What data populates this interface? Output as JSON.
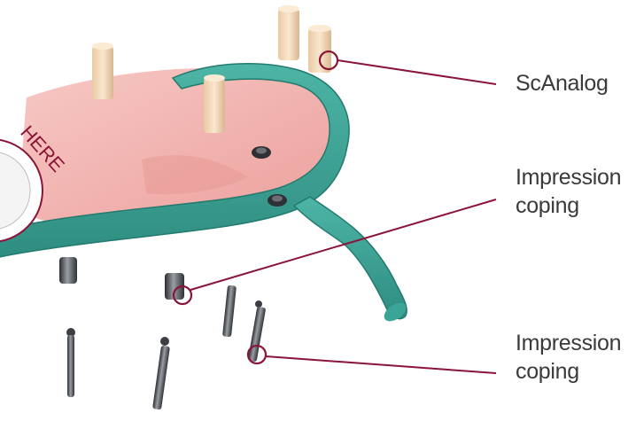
{
  "stamp_text": "HERE",
  "callouts": [
    {
      "id": "scanalog",
      "lines": [
        "ScAnalog"
      ]
    },
    {
      "id": "impression-coping-upper",
      "lines": [
        "Impression",
        "coping"
      ]
    },
    {
      "id": "impression-coping-lower",
      "lines": [
        "Impression",
        "coping"
      ]
    }
  ],
  "colors": {
    "leader": "#8a1538",
    "tray": "#3fa89a",
    "tray_dark": "#2b8577",
    "gum": "#f2b6b3",
    "analog": "#f1d8b6",
    "metal": "#4a4d52"
  }
}
